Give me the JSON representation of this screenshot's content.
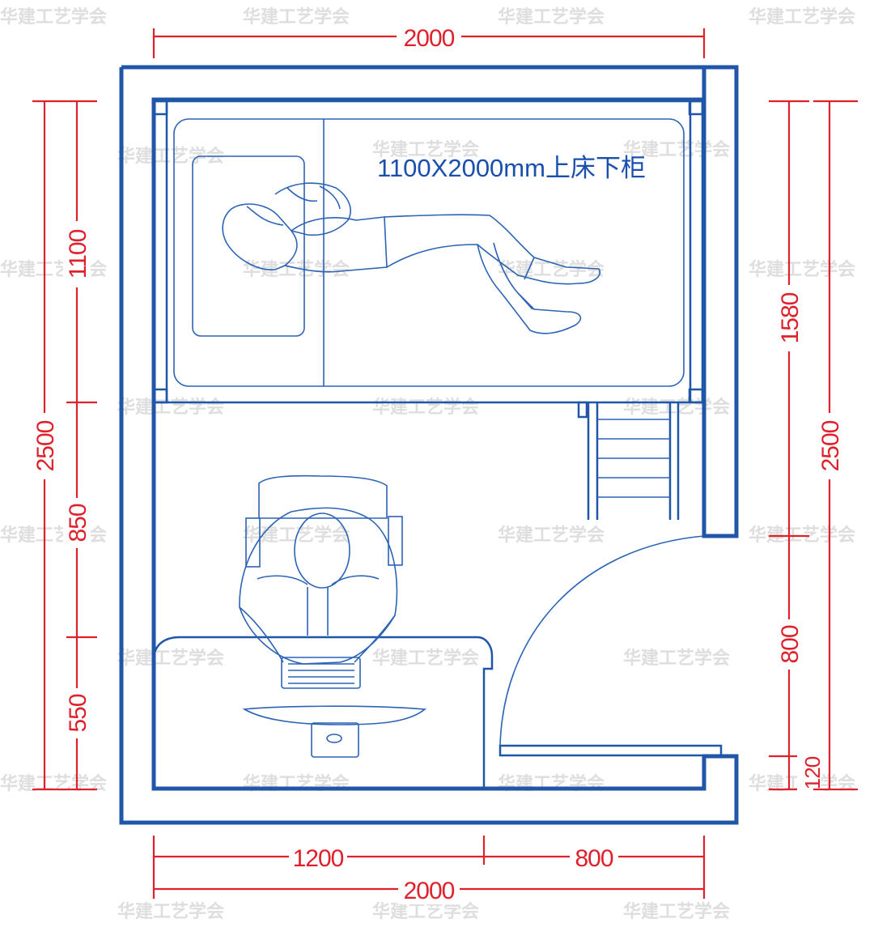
{
  "title": "1100X2000mm上床下柜",
  "watermark": "华建工艺学会",
  "dimensions": {
    "top_width": "2000",
    "bottom_left": "1200",
    "bottom_right": "800",
    "bottom_total": "2000",
    "left_total": "2500",
    "left_bed": "1100",
    "left_middle": "850",
    "left_desk": "550",
    "right_total": "2500",
    "right_upper": "1580",
    "right_door": "800",
    "right_small": "120"
  },
  "colors": {
    "wall": "#1f56a8",
    "dimension": "#e0202a",
    "watermark": "#d9d9d9"
  }
}
